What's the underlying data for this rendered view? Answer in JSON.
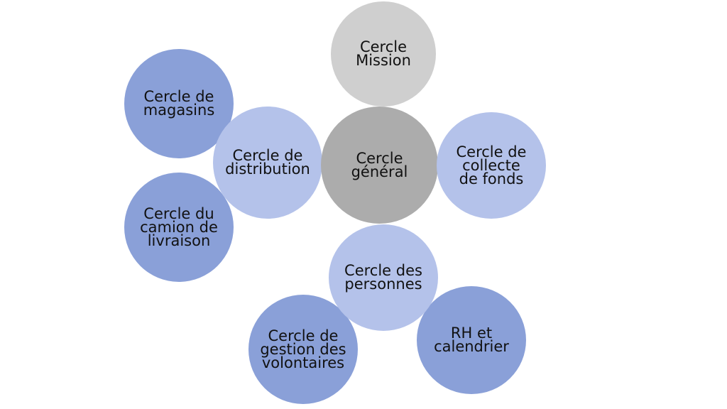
{
  "circles": {
    "mission": "Cercle\nMission",
    "general": "Cercle\ngénéral",
    "magasins": "Cercle de\nmagasins",
    "distribution": "Cercle de\ndistribution",
    "collecte": "Cercle de\ncollecte\nde fonds",
    "camion": "Cercle du\ncamion de\nlivraison",
    "personnes": "Cercle des\npersonnes",
    "rh": "RH et\ncalendrier",
    "volontaires": "Cercle de\ngestion des\nvolontaires"
  },
  "colors": {
    "dark_blue": "#8aa0d8",
    "light_blue": "#b4c2ea",
    "light_grey": "#cfcfcf",
    "mid_grey": "#acacac"
  }
}
